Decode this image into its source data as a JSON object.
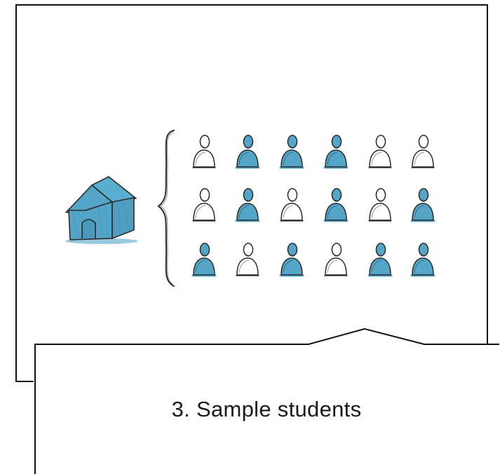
{
  "caption": "3. Sample students",
  "colors": {
    "accent": "#54a5c8",
    "stroke": "#2b2b2b",
    "frame": "#111111"
  },
  "icons": {
    "school": "house-icon",
    "group": "curly-brace-icon",
    "student": "person-icon"
  },
  "students": {
    "rows": [
      [
        "unsampled",
        "sampled",
        "sampled",
        "sampled",
        "unsampled",
        "unsampled"
      ],
      [
        "unsampled",
        "sampled",
        "unsampled",
        "sampled",
        "unsampled",
        "sampled"
      ],
      [
        "sampled",
        "unsampled",
        "sampled",
        "unsampled",
        "sampled",
        "sampled"
      ]
    ]
  }
}
